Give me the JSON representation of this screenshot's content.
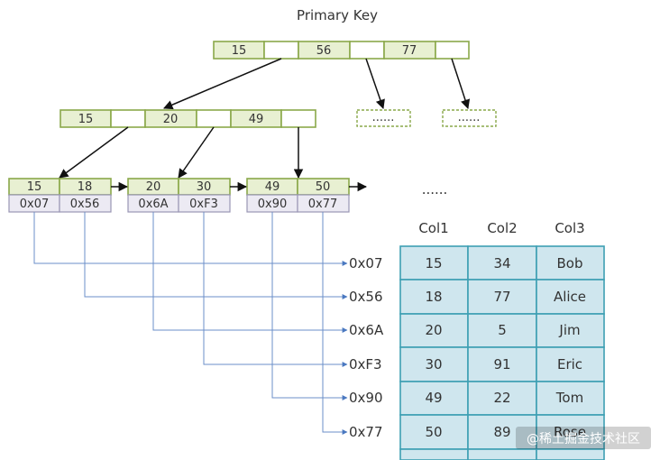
{
  "title": "Primary Key",
  "root": {
    "keys": [
      "15",
      "56",
      "77"
    ]
  },
  "internal": {
    "keys": [
      "15",
      "20",
      "49"
    ]
  },
  "ellipsis_small": "......",
  "ellipsis_big": "......",
  "leaves": [
    {
      "keys": [
        "15",
        "18"
      ],
      "addrs": [
        "0x07",
        "0x56"
      ]
    },
    {
      "keys": [
        "20",
        "30"
      ],
      "addrs": [
        "0x6A",
        "0xF3"
      ]
    },
    {
      "keys": [
        "49",
        "50"
      ],
      "addrs": [
        "0x90",
        "0x77"
      ]
    }
  ],
  "pointer_labels": [
    "0x07",
    "0x56",
    "0x6A",
    "0xF3",
    "0x90",
    "0x77"
  ],
  "table": {
    "headers": [
      "Col1",
      "Col2",
      "Col3"
    ],
    "rows": [
      [
        "15",
        "34",
        "Bob"
      ],
      [
        "18",
        "77",
        "Alice"
      ],
      [
        "20",
        "5",
        "Jim"
      ],
      [
        "30",
        "91",
        "Eric"
      ],
      [
        "49",
        "22",
        "Tom"
      ],
      [
        "50",
        "89",
        "Rose"
      ]
    ]
  },
  "watermark": "@稀土掘金技术社区"
}
